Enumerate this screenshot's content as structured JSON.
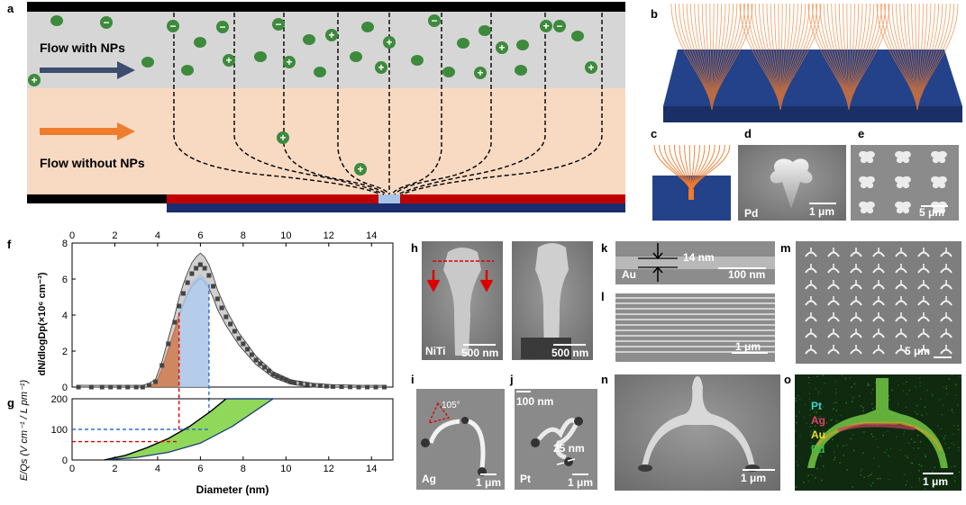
{
  "panel_labels": {
    "a": "a",
    "b": "b",
    "c": "c",
    "d": "d",
    "e": "e",
    "f": "f",
    "g": "g",
    "h": "h",
    "i": "i",
    "j": "j",
    "k": "k",
    "l": "l",
    "m": "m",
    "n": "n",
    "o": "o"
  },
  "panel_a": {
    "flow_with": "Flow with NPs",
    "flow_without": "Flow without NPs",
    "plus": "+",
    "minus": "−"
  },
  "panel_d": {
    "material": "Pd",
    "scale": "1 μm"
  },
  "panel_e": {
    "scale": "5 μm"
  },
  "panel_h": {
    "material": "NiTi",
    "scale_left": "500 nm",
    "scale_right": "500 nm"
  },
  "panel_i": {
    "material": "Ag",
    "angle": "105°",
    "scale": "1 μm"
  },
  "panel_j": {
    "material": "Pt",
    "scale_top": "100 nm",
    "gap": "25 nm",
    "scale": "1 μm"
  },
  "panel_k": {
    "material": "Au",
    "thickness": "14 nm",
    "scale": "100 nm"
  },
  "panel_l": {
    "scale": "1 μm"
  },
  "panel_m": {
    "scale": "5 μm"
  },
  "panel_n": {
    "scale": "1 μm"
  },
  "panel_o": {
    "elements": [
      "Pt",
      "Ag",
      "Au",
      "Pd"
    ],
    "element_colors": [
      "#3fd0c8",
      "#e0406a",
      "#f0e020",
      "#36c04a"
    ],
    "scale": "1 μm"
  },
  "chart_data": [
    {
      "type": "scatter",
      "panel": "f",
      "x_top_ticks": [
        "0",
        "2",
        "4",
        "6",
        "8",
        "10",
        "12",
        "14"
      ],
      "y_ticks": [
        "0",
        "2",
        "4",
        "6",
        "8"
      ],
      "ylabel": "dN/dlogDp(×10⁶ cm⁻³)",
      "xlim": [
        0,
        15
      ],
      "ylim": [
        0,
        8
      ],
      "x": [
        0.3,
        0.9,
        1.4,
        1.8,
        2.2,
        2.6,
        3.0,
        3.3,
        3.6,
        3.9,
        4.2,
        4.5,
        4.8,
        5.0,
        5.2,
        5.4,
        5.6,
        5.8,
        6.0,
        6.2,
        6.4,
        6.6,
        6.8,
        7.0,
        7.2,
        7.4,
        7.6,
        7.8,
        8.0,
        8.2,
        8.4,
        8.6,
        8.8,
        9.0,
        9.2,
        9.4,
        9.6,
        9.8,
        10.0,
        10.2,
        10.4,
        10.7,
        11.0,
        11.3,
        11.6,
        11.9,
        12.2,
        12.6,
        13.0,
        13.4,
        13.8,
        14.2,
        14.6
      ],
      "y": [
        0,
        0,
        0,
        0,
        0,
        0,
        0,
        0,
        0.1,
        0.3,
        1.2,
        2.4,
        3.6,
        4.5,
        5.2,
        5.8,
        6.3,
        6.6,
        6.8,
        6.6,
        6.2,
        5.6,
        4.9,
        4.4,
        3.9,
        3.5,
        3.1,
        2.7,
        2.4,
        2.1,
        1.8,
        1.5,
        1.3,
        1.1,
        0.9,
        0.7,
        0.6,
        0.5,
        0.4,
        0.3,
        0.25,
        0.2,
        0.15,
        0.1,
        0.08,
        0.05,
        0.03,
        0.02,
        0.01,
        0,
        0,
        0,
        0
      ],
      "markers": {
        "red_x": 5.0,
        "blue_x": 6.4
      }
    },
    {
      "type": "area",
      "panel": "g",
      "xlabel": "Diameter (nm)",
      "x_ticks": [
        "0",
        "2",
        "4",
        "6",
        "8",
        "10",
        "12",
        "14"
      ],
      "y_ticks": [
        "0",
        "100",
        "200"
      ],
      "ylabel": "E/Qs (V cm⁻¹ / L pm⁻¹)",
      "xlim": [
        0,
        15
      ],
      "ylim": [
        0,
        200
      ],
      "upper_boundary": {
        "x": [
          1.5,
          2.5,
          3.5,
          4.5,
          5.5,
          6.5,
          7.2
        ],
        "y": [
          0,
          15,
          40,
          70,
          110,
          160,
          200
        ]
      },
      "lower_boundary": {
        "x": [
          1.5,
          3,
          4.5,
          6,
          7.5,
          9.4
        ],
        "y": [
          0,
          8,
          25,
          55,
          110,
          200
        ]
      },
      "red_level": 60,
      "blue_level": 100
    }
  ]
}
